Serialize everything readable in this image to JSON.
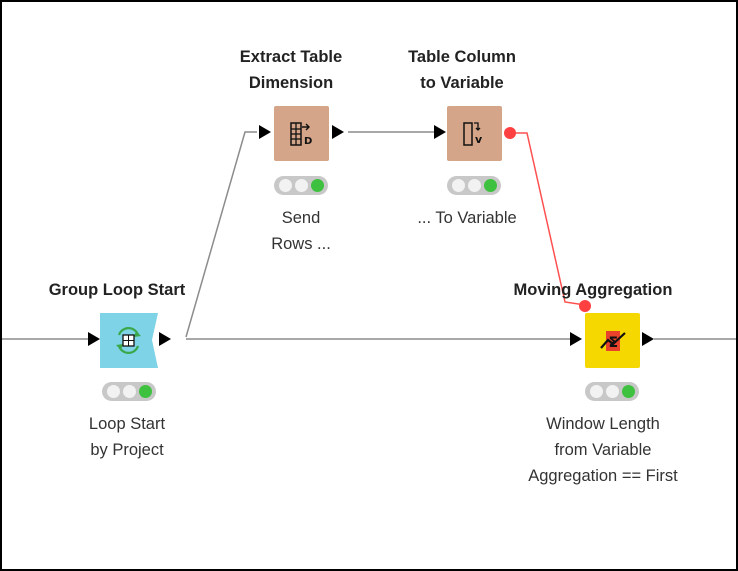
{
  "nodes": {
    "group_loop_start": {
      "title": "Group Loop Start",
      "caption_lines": [
        "Loop Start",
        "by Project"
      ],
      "color": "#7fd3e6",
      "status": [
        "idle",
        "idle",
        "executed"
      ]
    },
    "extract_table_dimension": {
      "title_lines": [
        "Extract Table",
        "Dimension"
      ],
      "caption_lines": [
        "Send",
        "Rows ..."
      ],
      "color": "#d4a588",
      "status": [
        "idle",
        "idle",
        "executed"
      ]
    },
    "table_column_to_variable": {
      "title_lines": [
        "Table Column",
        "to Variable"
      ],
      "caption_lines": [
        "... To Variable"
      ],
      "color": "#d4a588",
      "status": [
        "idle",
        "idle",
        "executed"
      ]
    },
    "moving_aggregation": {
      "title": "Moving Aggregation",
      "caption_lines": [
        "Window Length",
        "from Variable",
        "Aggregation == First"
      ],
      "color": "#f5d800",
      "status": [
        "idle",
        "idle",
        "executed"
      ]
    }
  },
  "colors": {
    "data_connection": "#8c8c8c",
    "variable_connection": "#ff5050",
    "status_green": "#3ec13e"
  }
}
